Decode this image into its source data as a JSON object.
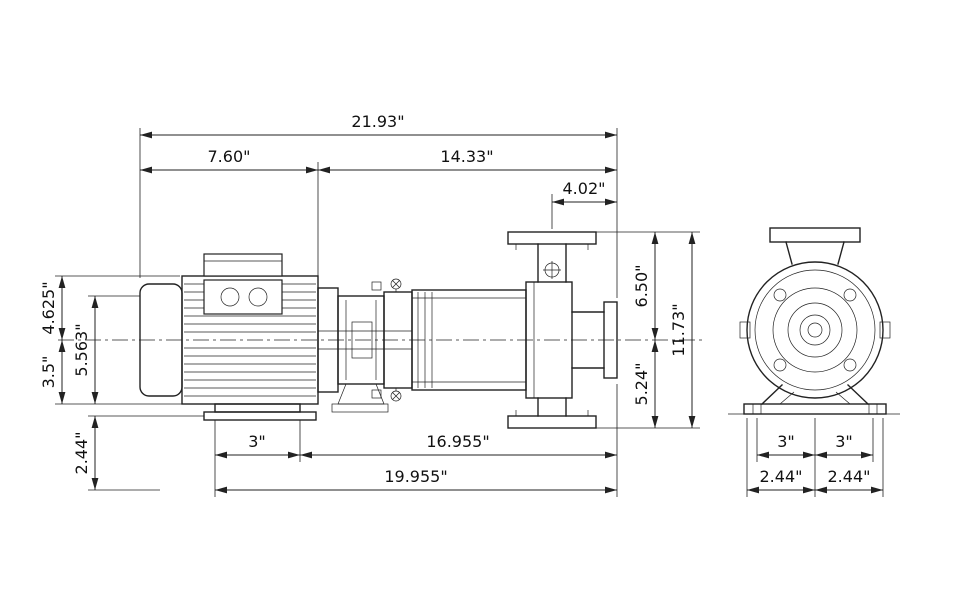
{
  "page": {
    "background": "#ffffff",
    "line_color": "#222222"
  },
  "side_view": {
    "dims": {
      "overall_length": "21.93\"",
      "motor_length": "7.60\"",
      "pump_end_length": "14.33\"",
      "port_to_face": "4.02\"",
      "height_4_625": "4.625\"",
      "height_5_563": "5.563\"",
      "height_3_5": "3.5\"",
      "height_2_44": "2.44\"",
      "cl_to_top_flange": "6.50\"",
      "overall_height": "11.73\"",
      "cl_to_bottom": "5.24\"",
      "foot_length": "3\"",
      "foot_to_flange_face": "16.955\"",
      "base_overall": "19.955\""
    }
  },
  "end_view": {
    "dims": {
      "foot_bolt_left": "3\"",
      "foot_bolt_right": "3\"",
      "base_left": "2.44\"",
      "base_right": "2.44\""
    }
  }
}
